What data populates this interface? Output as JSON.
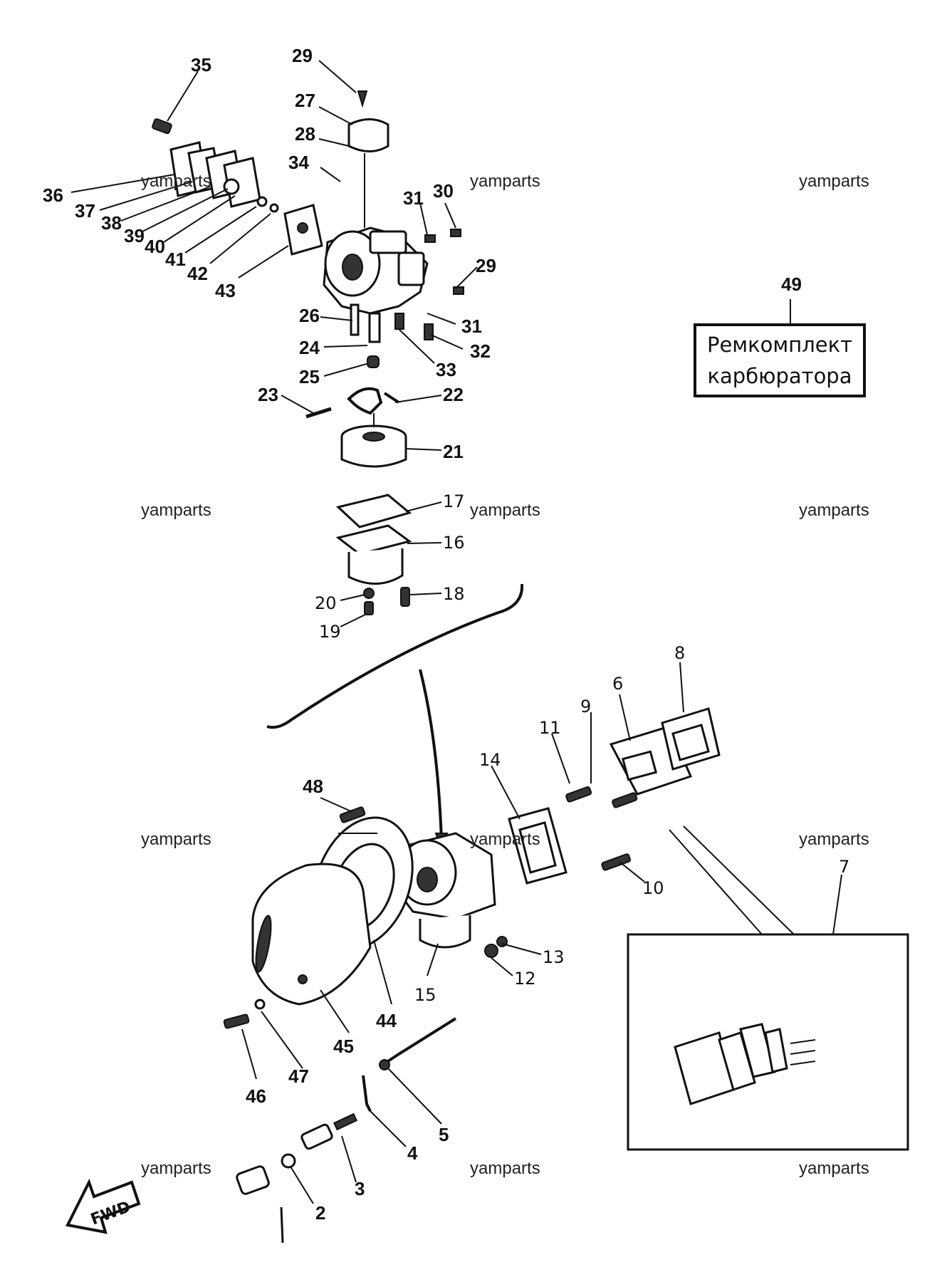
{
  "watermark": "yamparts",
  "repair_kit": {
    "number": "49",
    "line1": "Ремкомплект",
    "line2": "карбюратора"
  },
  "fwd_label": "FWD",
  "part_numbers": {
    "p2": "2",
    "p3": "3",
    "p4": "4",
    "p5": "5",
    "p6": "6",
    "p7": "7",
    "p8": "8",
    "p9": "9",
    "p10": "10",
    "p11": "11",
    "p12": "12",
    "p13": "13",
    "p14": "14",
    "p15": "15",
    "p16": "16",
    "p17": "17",
    "p18": "18",
    "p19": "19",
    "p20": "20",
    "p21": "21",
    "p22": "22",
    "p23": "23",
    "p24": "24",
    "p25": "25",
    "p26": "26",
    "p27": "27",
    "p28": "28",
    "p29a": "29",
    "p29b": "29",
    "p30": "30",
    "p31a": "31",
    "p31b": "31",
    "p32": "32",
    "p33": "33",
    "p34": "34",
    "p35": "35",
    "p36": "36",
    "p37": "37",
    "p38": "38",
    "p39": "39",
    "p40": "40",
    "p41": "41",
    "p42": "42",
    "p43": "43",
    "p44": "44",
    "p45": "45",
    "p46": "46",
    "p47": "47",
    "p48": "48"
  }
}
